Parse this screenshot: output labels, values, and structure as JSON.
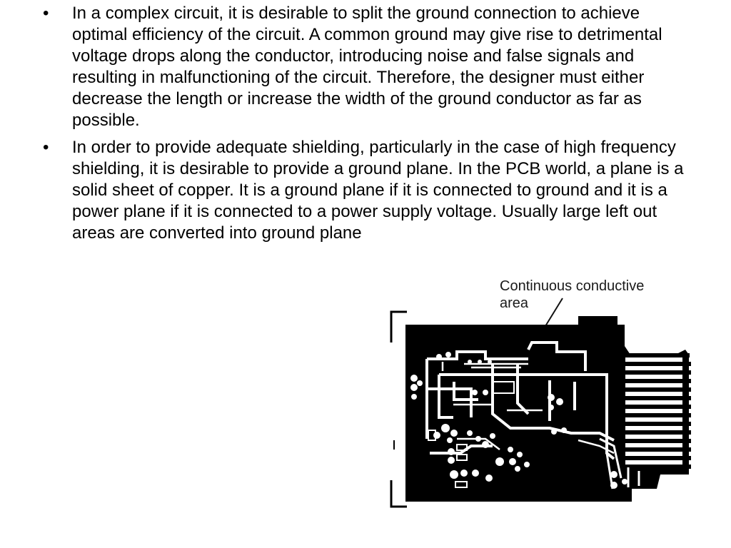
{
  "bullets": [
    {
      "marker": "•",
      "text": "In a complex circuit, it is desirable to split the ground connection to achieve optimal efficiency of the circuit. A common ground may give rise to detrimental voltage drops along the conductor, introducing noise and false signals and resulting in malfunctioning of the circuit. Therefore, the designer must either decrease the length or increase the width of the ground conductor as far as possible."
    },
    {
      "marker": "•",
      "text": "In order to provide adequate shielding, particularly in the case of high frequency shielding, it is desirable to provide a ground plane. In the PCB world, a plane is a solid sheet of copper. It is a ground plane if it is connected to ground and it is a power plane if it is connected to a power supply voltage. Usually large left out areas are converted into ground plane"
    }
  ],
  "figure": {
    "callout_line1": "Continuous conductive",
    "callout_line2": "area",
    "board_color": "#000000",
    "trace_color": "#ffffff"
  }
}
